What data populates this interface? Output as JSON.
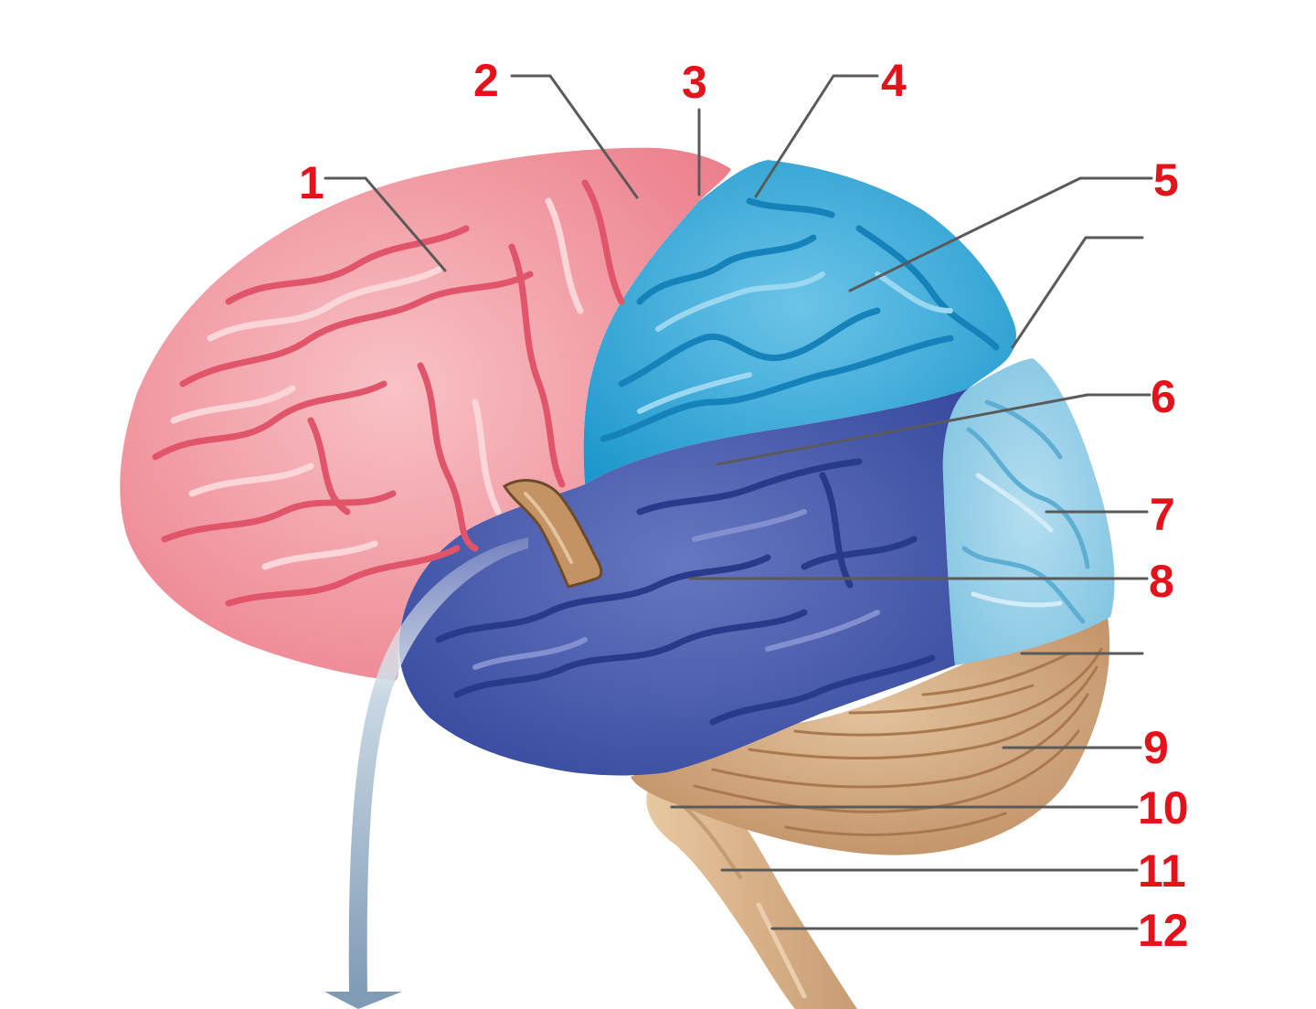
{
  "colors": {
    "background": "#ffffff",
    "label_text": "#e3121b",
    "leader_line": "#5a5a5a",
    "frontal_lobe": "#f28c96",
    "parietal_lobe": "#2aa6d6",
    "temporal_lobe": "#3f52a8",
    "occipital_lobe": "#8ccbe6",
    "cerebellum": "#cfa47e",
    "brainstem": "#ddb990",
    "arrow": "#8fa9c0"
  },
  "icons": {
    "arrow": "down-arrow-icon"
  },
  "labels": [
    {
      "id": "1",
      "text": "1"
    },
    {
      "id": "2",
      "text": "2"
    },
    {
      "id": "3",
      "text": "3"
    },
    {
      "id": "4",
      "text": "4"
    },
    {
      "id": "5",
      "text": "5"
    },
    {
      "id": "6",
      "text": "6"
    },
    {
      "id": "7",
      "text": "7"
    },
    {
      "id": "8",
      "text": "8"
    },
    {
      "id": "9",
      "text": "9"
    },
    {
      "id": "10",
      "text": "10"
    },
    {
      "id": "11",
      "text": "11"
    },
    {
      "id": "12",
      "text": "12"
    }
  ]
}
